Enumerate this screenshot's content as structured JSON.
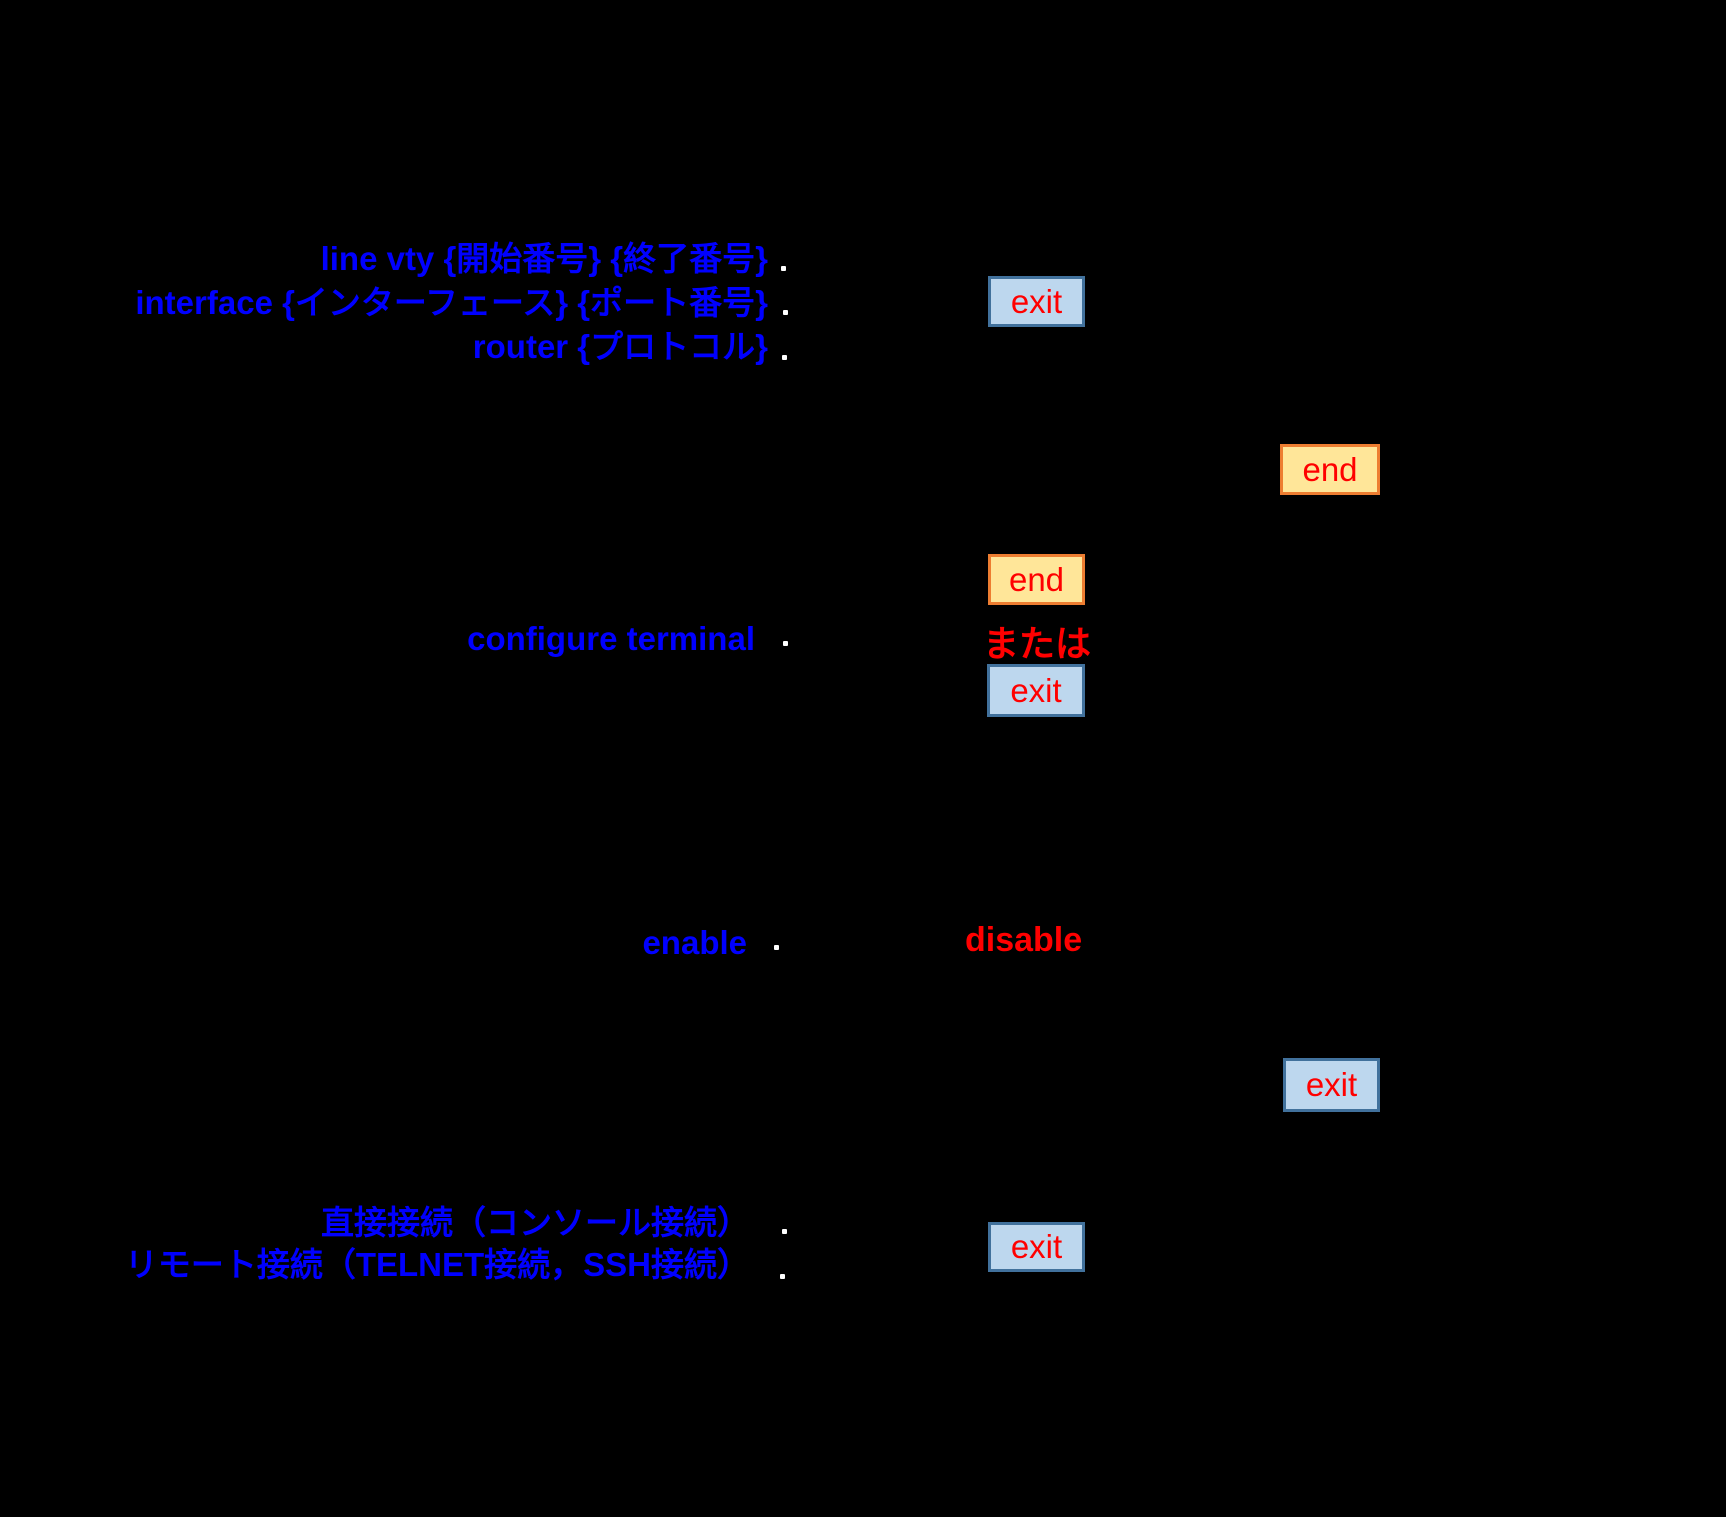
{
  "colors": {
    "background": "#000000",
    "command_blue": "#0000FF",
    "accent_red": "#FF0000",
    "exit_box_fill": "#BDD7EE",
    "exit_box_border": "#41719C",
    "end_box_fill": "#FFE699",
    "end_box_border": "#ED7D31",
    "dot_white": "#FFFFFF"
  },
  "commands": {
    "line_vty": "line vty {開始番号} {終了番号}",
    "interface": "interface {インターフェース} {ポート番号}",
    "router": "router {プロトコル}",
    "configure_terminal": "configure terminal",
    "enable": "enable",
    "console_connection": "直接接続（コンソール接続）",
    "remote_connection": "リモート接続（TELNET接続，SSH接続）"
  },
  "labels": {
    "exit": "exit",
    "end": "end",
    "or": "または",
    "disable": "disable"
  }
}
